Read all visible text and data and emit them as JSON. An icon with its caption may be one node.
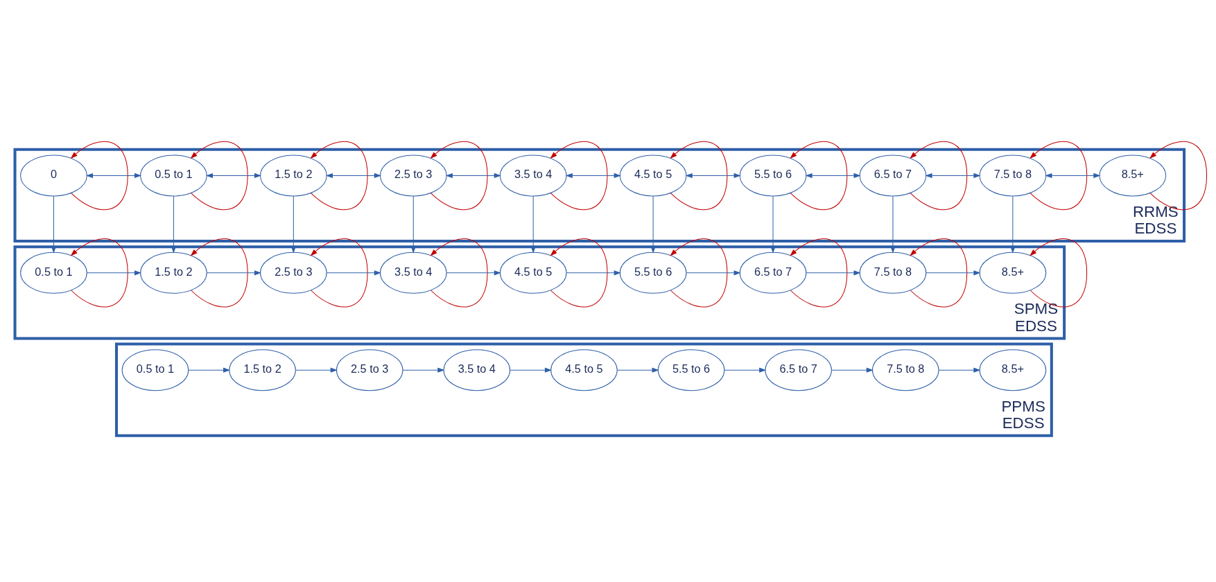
{
  "diagram": {
    "nodes": [
      {
        "text": [
          "RRMS",
          "EDSS"
        ]
      },
      {
        "text": [
          "0"
        ],
        "in": 0
      },
      {
        "text": [
          "0.5 to 1"
        ],
        "in": 0
      },
      {
        "text": [
          "1.5 to 2"
        ],
        "in": 0
      },
      {
        "text": [
          "2.5 to 3"
        ],
        "in": 0
      },
      {
        "text": [
          "3.5 to 4"
        ],
        "in": 0
      },
      {
        "text": [
          "4.5 to 5"
        ],
        "in": 0
      },
      {
        "text": [
          "5.5 to 6"
        ],
        "in": 0
      },
      {
        "text": [
          "6.5 to 7"
        ],
        "in": 0
      },
      {
        "text": [
          "7.5 to 8"
        ],
        "in": 0
      },
      {
        "text": [
          "8.5+"
        ],
        "in": 0
      },
      {
        "text": [
          "SPMS",
          "EDSS"
        ]
      },
      {
        "text": [
          "0.5 to 1"
        ],
        "in": 11
      },
      {
        "text": [
          "1.5 to 2"
        ],
        "in": 11
      },
      {
        "text": [
          "2.5 to 3"
        ],
        "in": 11
      },
      {
        "text": [
          "3.5 to 4"
        ],
        "in": 11
      },
      {
        "text": [
          "4.5 to 5"
        ],
        "in": 11
      },
      {
        "text": [
          "5.5 to 6"
        ],
        "in": 11
      },
      {
        "text": [
          "6.5 to 7"
        ],
        "in": 11
      },
      {
        "text": [
          "7.5 to 8"
        ],
        "in": 11
      },
      {
        "text": [
          "8.5+"
        ],
        "in": 11
      },
      {
        "text": [
          "PPMS",
          "EDSS"
        ]
      },
      {
        "text": [
          "0.5 to 1"
        ],
        "in": 21
      },
      {
        "text": [
          "1.5 to 2"
        ],
        "in": 21
      },
      {
        "text": [
          "2.5 to 3"
        ],
        "in": 21
      },
      {
        "text": [
          "3.5 to 4"
        ],
        "in": 21
      },
      {
        "text": [
          "4.5 to 5"
        ],
        "in": 21
      },
      {
        "text": [
          "5.5 to 6"
        ],
        "in": 21
      },
      {
        "text": [
          "6.5 to 7"
        ],
        "in": 21
      },
      {
        "text": [
          "7.5 to 8"
        ],
        "in": 21
      },
      {
        "text": [
          "8.5+"
        ],
        "in": 21
      }
    ],
    "edges": [
      {
        "from": 1,
        "to": 2,
        "arrow": "both"
      },
      {
        "from": 2,
        "to": 3,
        "arrow": "both"
      },
      {
        "from": 3,
        "to": 4,
        "arrow": "both"
      },
      {
        "from": 4,
        "to": 5,
        "arrow": "both"
      },
      {
        "from": 5,
        "to": 6,
        "arrow": "both"
      },
      {
        "from": 6,
        "to": 7,
        "arrow": "both"
      },
      {
        "from": 7,
        "to": 8,
        "arrow": "both"
      },
      {
        "from": 8,
        "to": 9,
        "arrow": "both"
      },
      {
        "from": 9,
        "to": 10,
        "arrow": "both"
      },
      {
        "from": 1,
        "to": 1,
        "arrow": "to",
        "color": "#c00000"
      },
      {
        "from": 2,
        "to": 2,
        "arrow": "to",
        "color": "#c00000"
      },
      {
        "from": 3,
        "to": 3,
        "arrow": "to",
        "color": "#c00000"
      },
      {
        "from": 4,
        "to": 4,
        "arrow": "to",
        "color": "#c00000"
      },
      {
        "from": 5,
        "to": 5,
        "arrow": "to",
        "color": "#c00000"
      },
      {
        "from": 6,
        "to": 6,
        "arrow": "to",
        "color": "#c00000"
      },
      {
        "from": 7,
        "to": 7,
        "arrow": "to",
        "color": "#c00000"
      },
      {
        "from": 8,
        "to": 8,
        "arrow": "to",
        "color": "#c00000"
      },
      {
        "from": 9,
        "to": 9,
        "arrow": "to",
        "color": "#c00000"
      },
      {
        "from": 10,
        "to": 10,
        "arrow": "to",
        "color": "#c00000"
      },
      {
        "from": 1,
        "to": 12,
        "arrow": "to"
      },
      {
        "from": 2,
        "to": 13,
        "arrow": "to"
      },
      {
        "from": 3,
        "to": 14,
        "arrow": "to"
      },
      {
        "from": 4,
        "to": 15,
        "arrow": "to"
      },
      {
        "from": 5,
        "to": 16,
        "arrow": "to"
      },
      {
        "from": 6,
        "to": 17,
        "arrow": "to"
      },
      {
        "from": 7,
        "to": 18,
        "arrow": "to"
      },
      {
        "from": 8,
        "to": 19,
        "arrow": "to"
      },
      {
        "from": 9,
        "to": 20,
        "arrow": "to"
      },
      {
        "from": 12,
        "to": 13,
        "arrow": "to"
      },
      {
        "from": 13,
        "to": 14,
        "arrow": "to"
      },
      {
        "from": 14,
        "to": 15,
        "arrow": "to"
      },
      {
        "from": 15,
        "to": 16,
        "arrow": "to"
      },
      {
        "from": 16,
        "to": 17,
        "arrow": "to"
      },
      {
        "from": 17,
        "to": 18,
        "arrow": "to"
      },
      {
        "from": 18,
        "to": 19,
        "arrow": "to"
      },
      {
        "from": 19,
        "to": 20,
        "arrow": "to"
      },
      {
        "from": 12,
        "to": 12,
        "arrow": "to",
        "color": "#c00000"
      },
      {
        "from": 13,
        "to": 13,
        "arrow": "to",
        "color": "#c00000"
      },
      {
        "from": 14,
        "to": 14,
        "arrow": "to",
        "color": "#c00000"
      },
      {
        "from": 15,
        "to": 15,
        "arrow": "to",
        "color": "#c00000"
      },
      {
        "from": 16,
        "to": 16,
        "arrow": "to",
        "color": "#c00000"
      },
      {
        "from": 17,
        "to": 17,
        "arrow": "to",
        "color": "#c00000"
      },
      {
        "from": 18,
        "to": 18,
        "arrow": "to",
        "color": "#c00000"
      },
      {
        "from": 19,
        "to": 19,
        "arrow": "to",
        "color": "#c00000"
      },
      {
        "from": 20,
        "to": 20,
        "arrow": "to",
        "color": "#c00000"
      },
      {
        "from": 22,
        "to": 23,
        "arrow": "to"
      },
      {
        "from": 23,
        "to": 24,
        "arrow": "to"
      },
      {
        "from": 24,
        "to": 25,
        "arrow": "to"
      },
      {
        "from": 25,
        "to": 26,
        "arrow": "to"
      },
      {
        "from": 26,
        "to": 27,
        "arrow": "to"
      },
      {
        "from": 27,
        "to": 28,
        "arrow": "to"
      },
      {
        "from": 28,
        "to": 29,
        "arrow": "to"
      },
      {
        "from": 29,
        "to": 30,
        "arrow": "to"
      }
    ]
  }
}
